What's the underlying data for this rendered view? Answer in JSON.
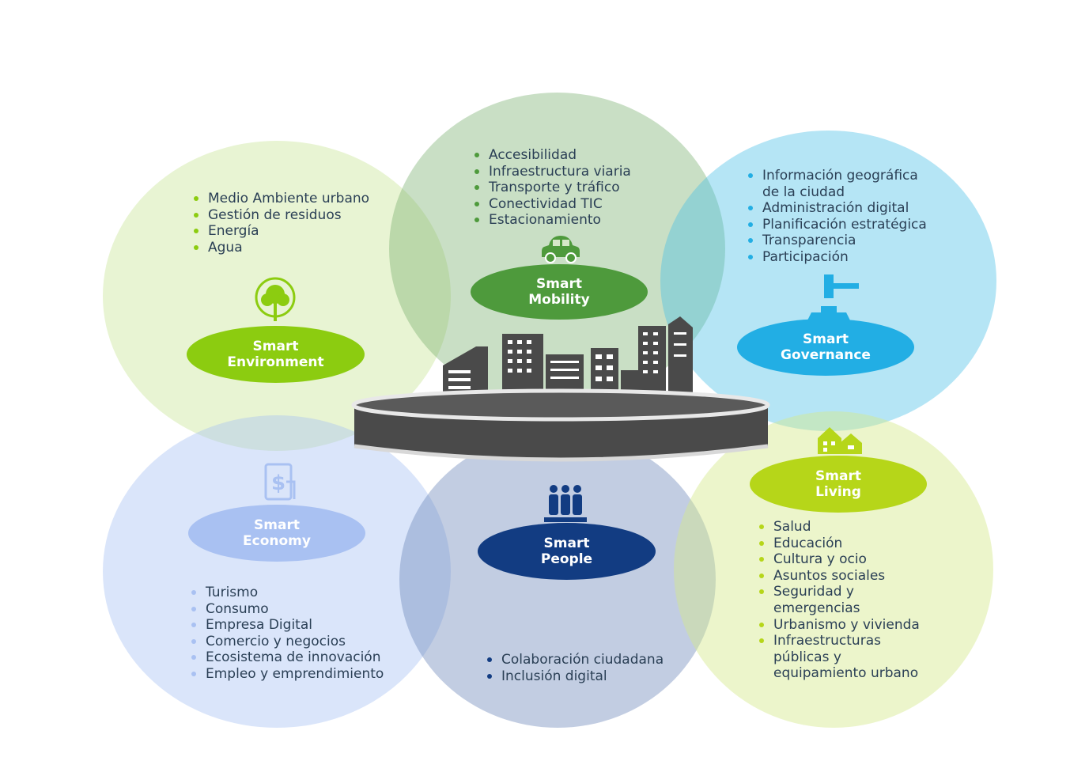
{
  "areas": {
    "environment": {
      "title": [
        "Smart",
        "Environment"
      ],
      "items": [
        "Medio Ambiente urbano",
        "Gestión de residuos",
        "Energía",
        "Agua"
      ]
    },
    "mobility": {
      "title": [
        "Smart",
        "Mobility"
      ],
      "items": [
        "Accesibilidad",
        "Infraestructura viaria",
        "Transporte y tráfico",
        "Conectividad TIC",
        "Estacionamiento"
      ]
    },
    "governance": {
      "title": [
        "Smart",
        "Governance"
      ],
      "items": [
        "Información geográfica de la ciudad",
        "Administración digital",
        "Planificación estratégica",
        "Transparencia",
        "Participación"
      ]
    },
    "economy": {
      "title": [
        "Smart",
        "Economy"
      ],
      "items": [
        "Turismo",
        "Consumo",
        "Empresa Digital",
        "Comercio y negocios",
        "Ecosistema de innovación",
        "Empleo y emprendimiento"
      ]
    },
    "people": {
      "title": [
        "Smart",
        "People"
      ],
      "items": [
        "Colaboración ciudadana",
        "Inclusión digital"
      ]
    },
    "living": {
      "title": [
        "Smart",
        "Living"
      ],
      "items": [
        "Salud",
        "Educación",
        "Cultura y ocio",
        "Asuntos sociales",
        "Seguridad y emergencias",
        "Urbanismo y vivienda",
        "Infraestructuras públicas y equipamiento urbano"
      ]
    }
  },
  "icons": {
    "environment": "tree-icon",
    "mobility": "car-icon",
    "governance": "gavel-icon",
    "economy": "money-document-icon",
    "people": "people-group-icon",
    "living": "houses-icon",
    "center": "city-skyline-icon"
  },
  "colors": {
    "environment": "#8ccc10",
    "mobility": "#4e9a3c",
    "governance": "#22aee4",
    "economy": "#a9c1f2",
    "people": "#123c82",
    "living": "#b6d619",
    "text": "#2a3f55",
    "platform": "#4a4a4a"
  }
}
